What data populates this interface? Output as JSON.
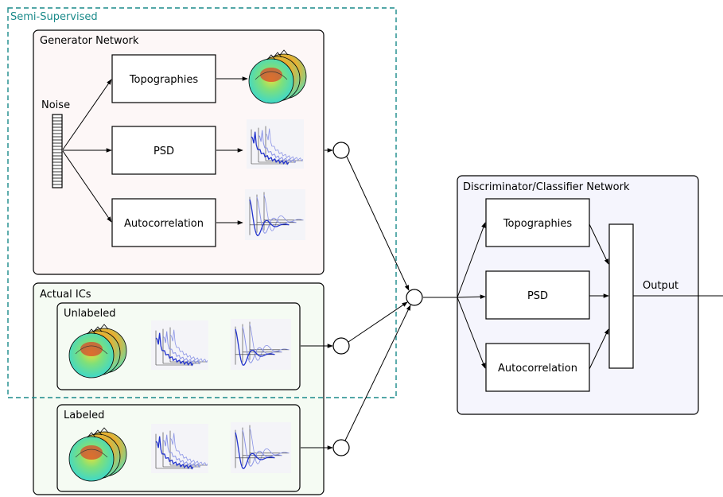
{
  "semi_supervised_label": "Semi-Supervised",
  "generator": {
    "title": "Generator Network",
    "noise_label": "Noise",
    "topographies": "Topographies",
    "psd": "PSD",
    "autocorrelation": "Autocorrelation"
  },
  "actual_ics": {
    "title": "Actual ICs",
    "unlabeled": "Unlabeled",
    "labeled": "Labeled"
  },
  "discriminator": {
    "title": "Discriminator/Classifier Network",
    "topographies": "Topographies",
    "psd": "PSD",
    "autocorrelation": "Autocorrelation",
    "output": "Output"
  },
  "colors": {
    "semi_supervised": "#1a8a8a",
    "generator_fill": "#fdf7f7",
    "actual_fill": "#f5fbf3",
    "discriminator_fill": "#f5f5fd",
    "plot_dark": "#2233cc",
    "plot_light": "#8b94e6"
  }
}
